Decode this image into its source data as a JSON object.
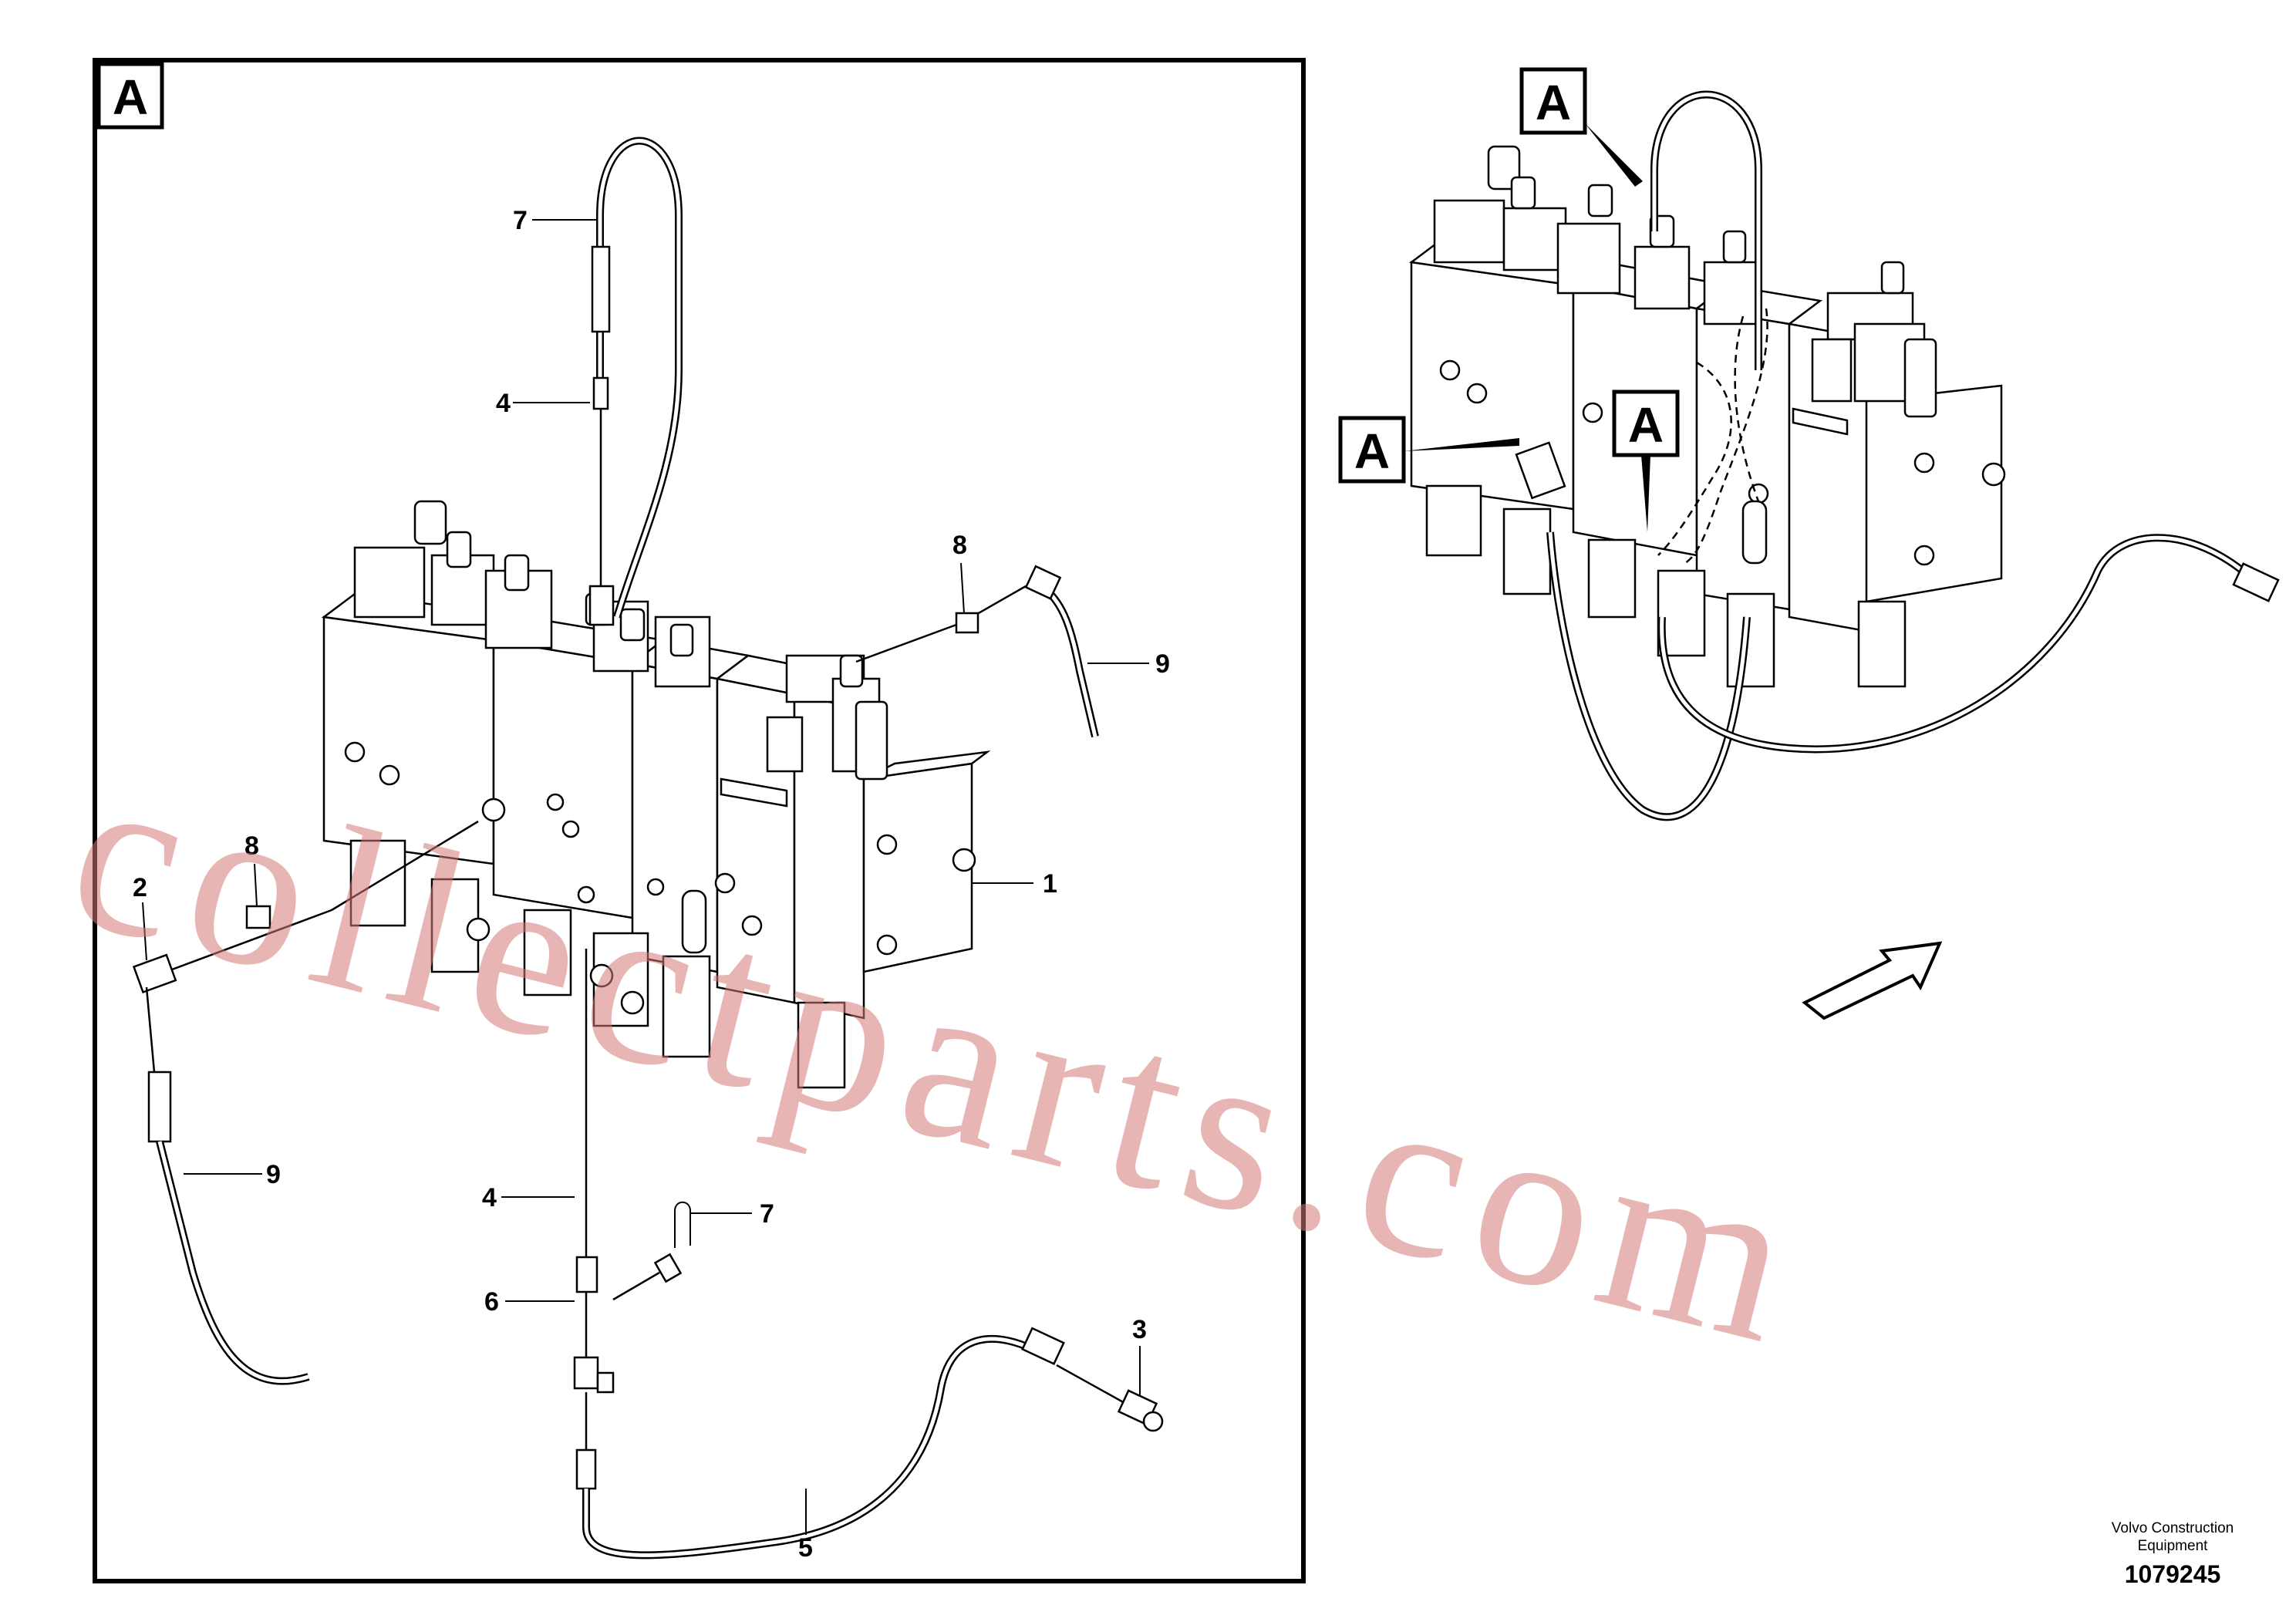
{
  "view_tags": {
    "detail_frame": "A",
    "overview_1": "A",
    "overview_2": "A",
    "overview_3": "A"
  },
  "callouts": {
    "c1": "1",
    "c2": "2",
    "c3": "3",
    "c4_top": "4",
    "c4_bottom": "4",
    "c5": "5",
    "c6": "6",
    "c7_top": "7",
    "c7_bottom": "7",
    "c8_right": "8",
    "c8_left": "8",
    "c9_right": "9",
    "c9_left": "9"
  },
  "watermark": "collectparts.com",
  "footer": {
    "company_line1": "Volvo Construction",
    "company_line2": "Equipment",
    "drawing_number": "1079245"
  }
}
